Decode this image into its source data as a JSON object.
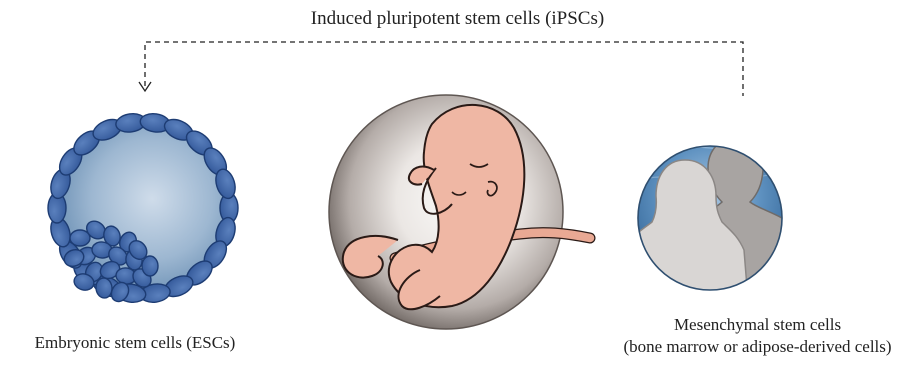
{
  "title": "Induced pluripotent stem cells (iPSCs)",
  "panels": [
    {
      "id": "esc",
      "label": "Embryonic stem cells (ESCs)"
    },
    {
      "id": "embryo",
      "label": ""
    },
    {
      "id": "msc",
      "label_line1": "Mesenchymal stem cells",
      "label_line2": "(bone marrow or adipose-derived cells)"
    }
  ],
  "colors": {
    "cell_fill": "#3f66a8",
    "cell_stroke": "#1e3f7a",
    "blastocyst_center": "#c7d6e6",
    "blastocyst_edge": "#6d93b8",
    "embryo_skin": "#efb7a4",
    "embryo_outline": "#2a1a16",
    "sac_light": "#f6f4f2",
    "sac_dark": "#7a716d",
    "msc_bg": "#3e77ad",
    "silhouette": "#d4d1cf"
  },
  "icons": [
    "blastocyst-icon",
    "embryo-icon",
    "adult-silhouettes-icon",
    "arrow-down-icon"
  ]
}
